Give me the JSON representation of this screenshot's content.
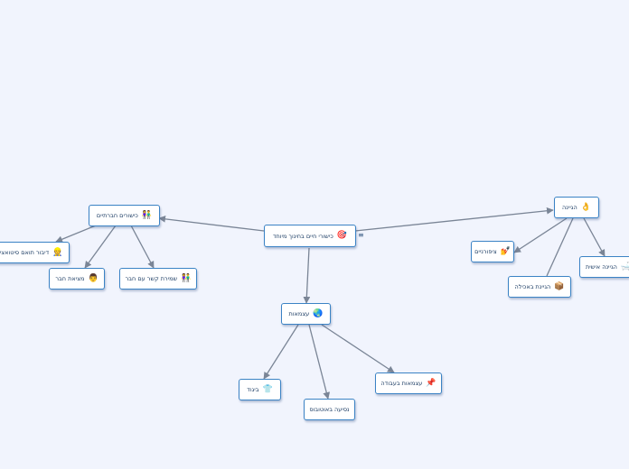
{
  "colors": {
    "background": "#f1f4fd",
    "node_border": "#3b83c5",
    "node_fill": "#ffffff",
    "text": "#1f3f66",
    "link": "#7a8596"
  },
  "root": {
    "label": "כישורי חיים בחינוך מיוחד",
    "icon": "🎯",
    "icon_name": "target-icon"
  },
  "menu_icon": "≡",
  "branches": {
    "social": {
      "label": "כישורים חברתיים",
      "icon": "👫",
      "icon_name": "couple-icon"
    },
    "independence": {
      "label": "עצמאות",
      "icon": "🌏",
      "icon_name": "globe-icon"
    },
    "hygiene": {
      "label": "הגיינה",
      "icon": "👌",
      "icon_name": "ok-hand-icon"
    }
  },
  "leaves": {
    "talk": {
      "label": "דיבור תואם סיטואציה",
      "icon": "👷",
      "icon_name": "worker-icon"
    },
    "find_friend": {
      "label": "מציאת חבר",
      "icon": "👨",
      "icon_name": "man-face-icon"
    },
    "keep_friend": {
      "label": "שמירת קשר עם חבר",
      "icon": "👫",
      "icon_name": "friends-icon"
    },
    "dressing": {
      "label": "ביגוד",
      "icon": "👕",
      "icon_name": "shirt-icon"
    },
    "bus": {
      "label": "נסיעה באוטובוס",
      "icon": "",
      "icon_name": ""
    },
    "work": {
      "label": "עצמאות בעבודה",
      "icon": "📌",
      "icon_name": "pushpin-icon"
    },
    "nails": {
      "label": "ציפורניים",
      "icon": "💅",
      "icon_name": "nail-polish-icon"
    },
    "eating": {
      "label": "הגיינת באכילה",
      "icon": "📦",
      "icon_name": "package-icon"
    },
    "shaving": {
      "label": "הגיינה אישית",
      "icon": "🛁",
      "icon_name": "bathtub-icon"
    }
  }
}
